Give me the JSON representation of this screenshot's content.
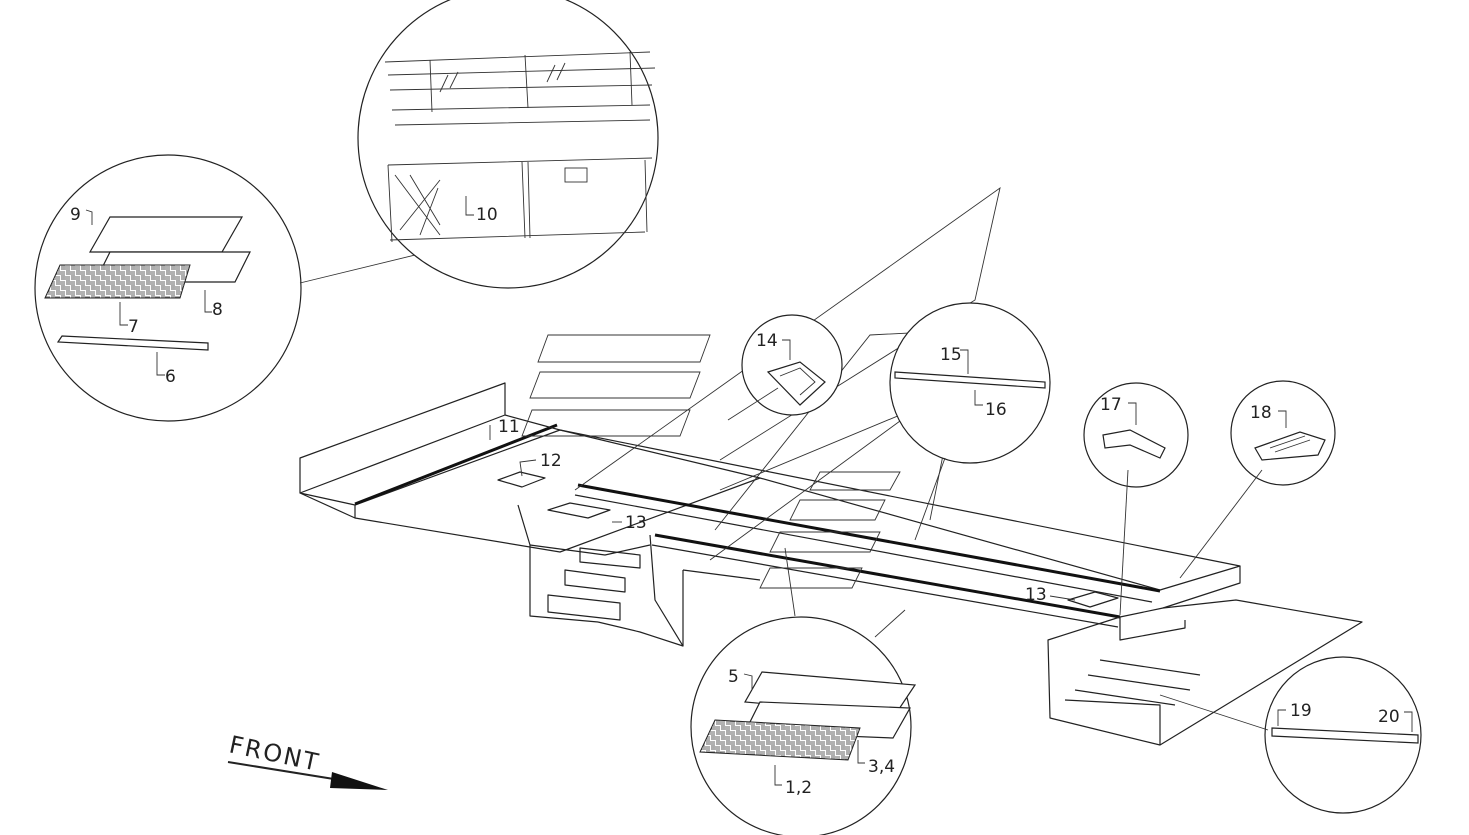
{
  "labels": {
    "l1_2": "1,2",
    "l3_4": "3,4",
    "l5": "5",
    "l6": "6",
    "l7": "7",
    "l8": "8",
    "l9": "9",
    "l10": "10",
    "l11": "11",
    "l12": "12",
    "l13a": "13",
    "l13b": "13",
    "l14": "14",
    "l15": "15",
    "l16": "16",
    "l17": "17",
    "l18": "18",
    "l19": "19",
    "l20": "20"
  },
  "front_text": "FRONT"
}
